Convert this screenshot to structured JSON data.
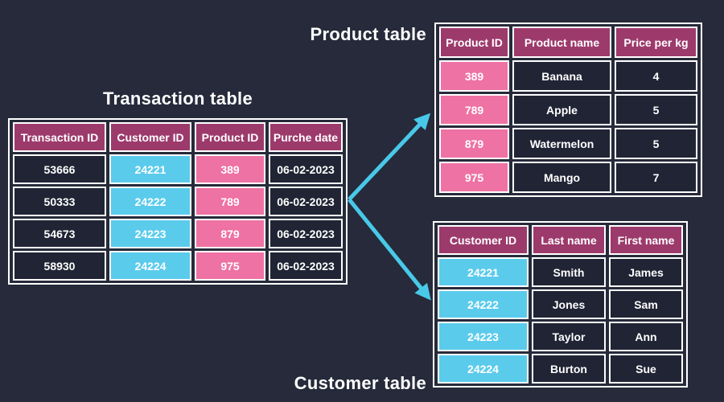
{
  "colors": {
    "background": "#262a3a",
    "cell-dark": "#202434",
    "header-magenta": "#9d3a6c",
    "pink": "#ee72a4",
    "cyan": "#5bcbec",
    "arrow-cyan": "#49c8e8",
    "border-white": "#ffffff",
    "text-white": "#ffffff"
  },
  "tables": {
    "transaction": {
      "title": "Transaction table",
      "headers": [
        "Transaction ID",
        "Customer ID",
        "Product ID",
        "Purche date"
      ],
      "rows": [
        [
          "53666",
          "24221",
          "389",
          "06-02-2023"
        ],
        [
          "50333",
          "24222",
          "789",
          "06-02-2023"
        ],
        [
          "54673",
          "24223",
          "879",
          "06-02-2023"
        ],
        [
          "58930",
          "24224",
          "975",
          "06-02-2023"
        ]
      ]
    },
    "product": {
      "title": "Product table",
      "headers": [
        "Product ID",
        "Product name",
        "Price per kg"
      ],
      "rows": [
        [
          "389",
          "Banana",
          "4"
        ],
        [
          "789",
          "Apple",
          "5"
        ],
        [
          "879",
          "Watermelon",
          "5"
        ],
        [
          "975",
          "Mango",
          "7"
        ]
      ]
    },
    "customer": {
      "title": "Customer table",
      "headers": [
        "Customer ID",
        "Last name",
        "First name"
      ],
      "rows": [
        [
          "24221",
          "Smith",
          "James"
        ],
        [
          "24222",
          "Jones",
          "Sam"
        ],
        [
          "24223",
          "Taylor",
          "Ann"
        ],
        [
          "24224",
          "Burton",
          "Sue"
        ]
      ]
    }
  },
  "arrows": {
    "to_product": {
      "from": "Transaction table",
      "to": "Product table"
    },
    "to_customer": {
      "from": "Transaction table",
      "to": "Customer table"
    }
  }
}
